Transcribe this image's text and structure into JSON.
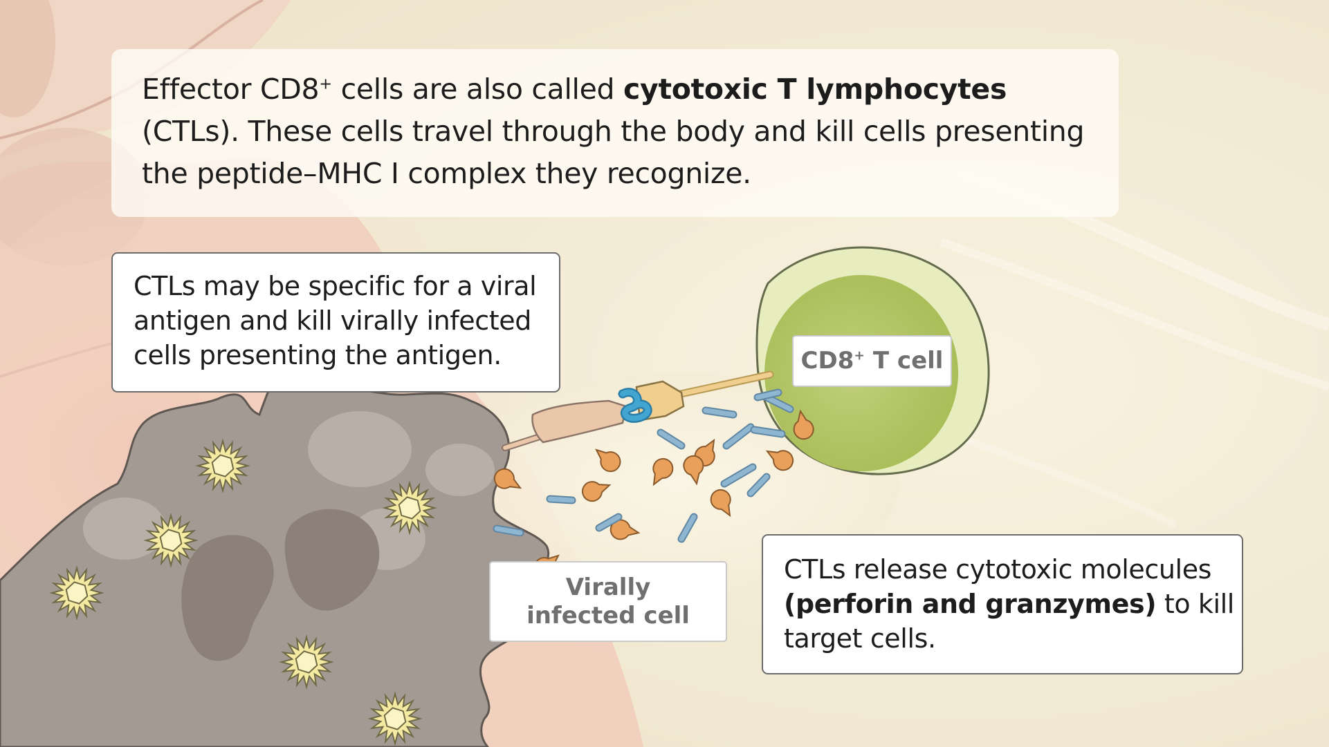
{
  "header": {
    "part1": "Effector CD8",
    "sup": "+",
    "part2": " cells are also called ",
    "bold": "cytotoxic T lymphocytes",
    "part3": " (CTLs). These cells travel through the body and kill cells presenting the peptide–MHC I complex they recognize."
  },
  "callout_specific": {
    "line1": "CTLs may be specific for a viral",
    "line2": "antigen and kill virally infected",
    "line3": "cells presenting the antigen."
  },
  "callout_release": {
    "line1": "CTLs release cytotoxic molecules",
    "bold": "(perforin and granzymes)",
    "line2_rest": " to kill",
    "line3": "target cells."
  },
  "labels": {
    "cd8_main": "CD8",
    "cd8_sup": "+",
    "cd8_rest": " T cell",
    "infected_line1": "Virally",
    "infected_line2": "infected cell"
  },
  "colors": {
    "background": "#f4ecd9",
    "infected_cell": "#a39a93",
    "t_cell_outer": "#e8edbf",
    "t_cell_inner": "#b6c86c",
    "perforin": "#e9a05a",
    "granzyme": "#8fb6d0",
    "virus": "#f5eaa2",
    "tcr": "#f0cf8e",
    "mhc": "#eac7a8",
    "peptide": "#43a6d0"
  }
}
